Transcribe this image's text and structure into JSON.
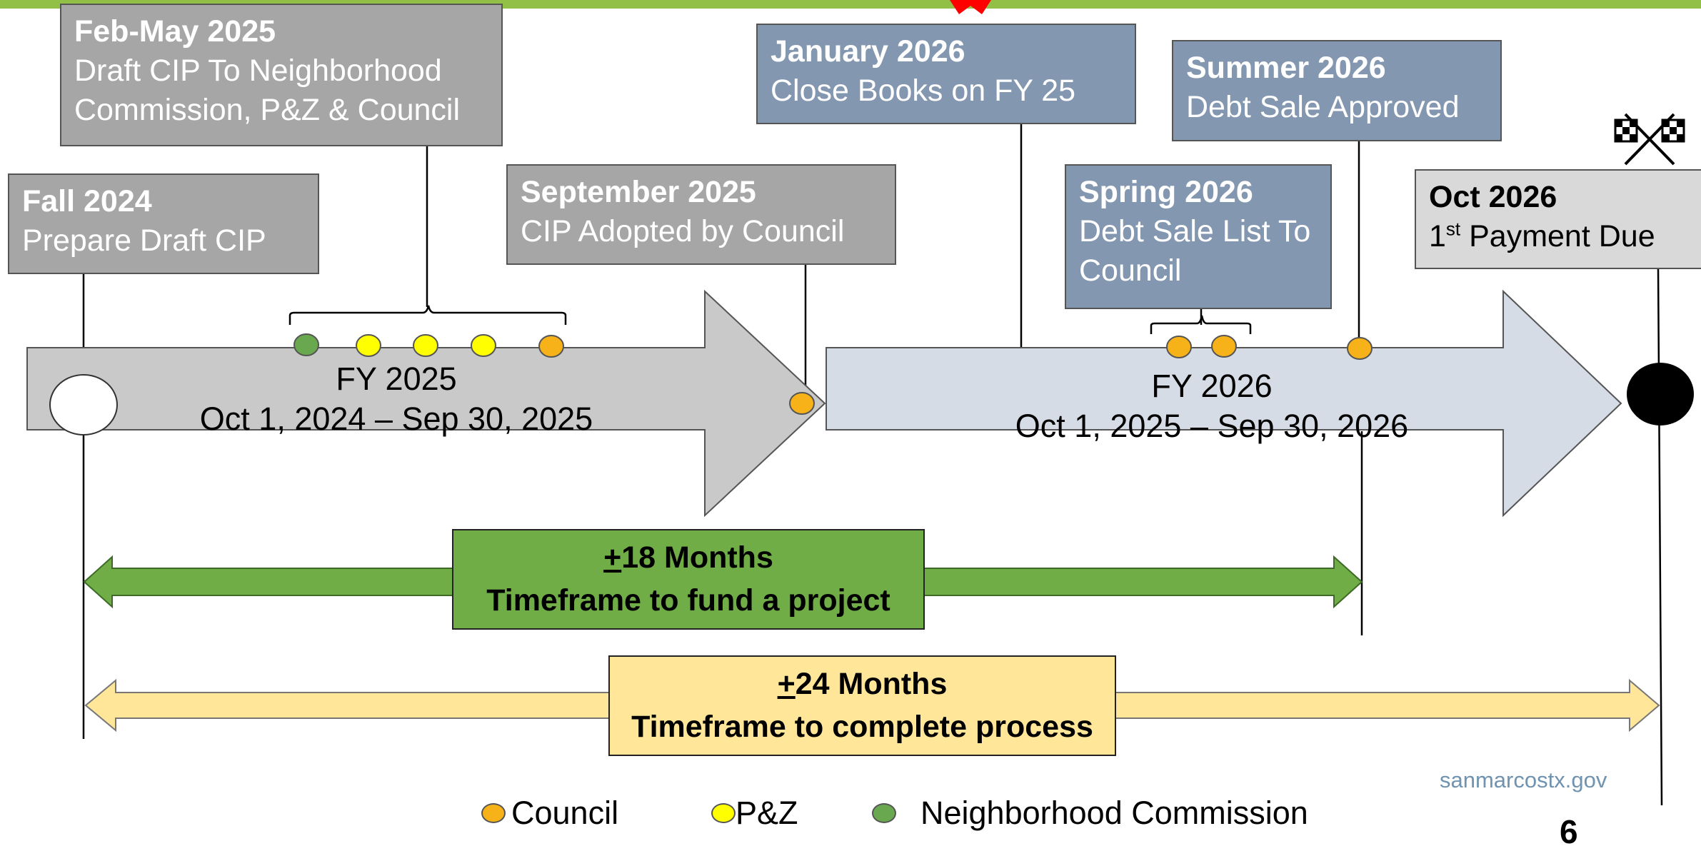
{
  "colors": {
    "top_bar": "#92c047",
    "gray_box": "#a6a6a6",
    "blue_box": "#8497b0",
    "fy2025_arrow": "#c9c9c9",
    "fy2026_arrow": "#d6dce5",
    "green_span": "#70ad47",
    "yellow_span": "#ffe699",
    "council": "#f6b218",
    "pz": "#ffff00",
    "neighborhood": "#6aa84f"
  },
  "milestones": [
    {
      "key": "fall2024",
      "title": "Fall 2024",
      "desc": "Prepare Draft CIP"
    },
    {
      "key": "febmay2025",
      "title": "Feb-May 2025",
      "desc": "Draft CIP To Neighborhood Commission, P&Z & Council"
    },
    {
      "key": "sept2025",
      "title": "September 2025",
      "desc": "CIP Adopted by Council"
    },
    {
      "key": "jan2026",
      "title": "January 2026",
      "desc": "Close Books on FY 25"
    },
    {
      "key": "summer2026",
      "title": "Summer 2026",
      "desc": "Debt Sale Approved"
    },
    {
      "key": "spring2026",
      "title": "Spring 2026",
      "desc": "Debt Sale List To Council"
    },
    {
      "key": "oct2026",
      "title": "Oct 2026",
      "desc_sup": "st",
      "desc_pre": "1",
      "desc_post": " Payment Due"
    }
  ],
  "fiscal_years": [
    {
      "name": "FY 2025",
      "range": "Oct 1, 2024 – Sep 30, 2025"
    },
    {
      "name": "FY 2026",
      "range": "Oct 1, 2025 – Sep 30, 2026"
    }
  ],
  "spans": [
    {
      "prefix": "+",
      "line1": "18 Months",
      "line2": "Timeframe to fund a project"
    },
    {
      "prefix": "+",
      "line1": "24 Months",
      "line2": "Timeframe to complete process"
    }
  ],
  "legend": [
    {
      "label": "Council",
      "icon": "council-dot"
    },
    {
      "label": "P&Z",
      "icon": "pz-dot"
    },
    {
      "label": "Neighborhood Commission",
      "icon": "neighborhood-dot"
    }
  ],
  "footer": {
    "site": "sanmarcostx.gov",
    "page": "6"
  },
  "icons": [
    "star-icon",
    "checkered-flags-icon"
  ]
}
